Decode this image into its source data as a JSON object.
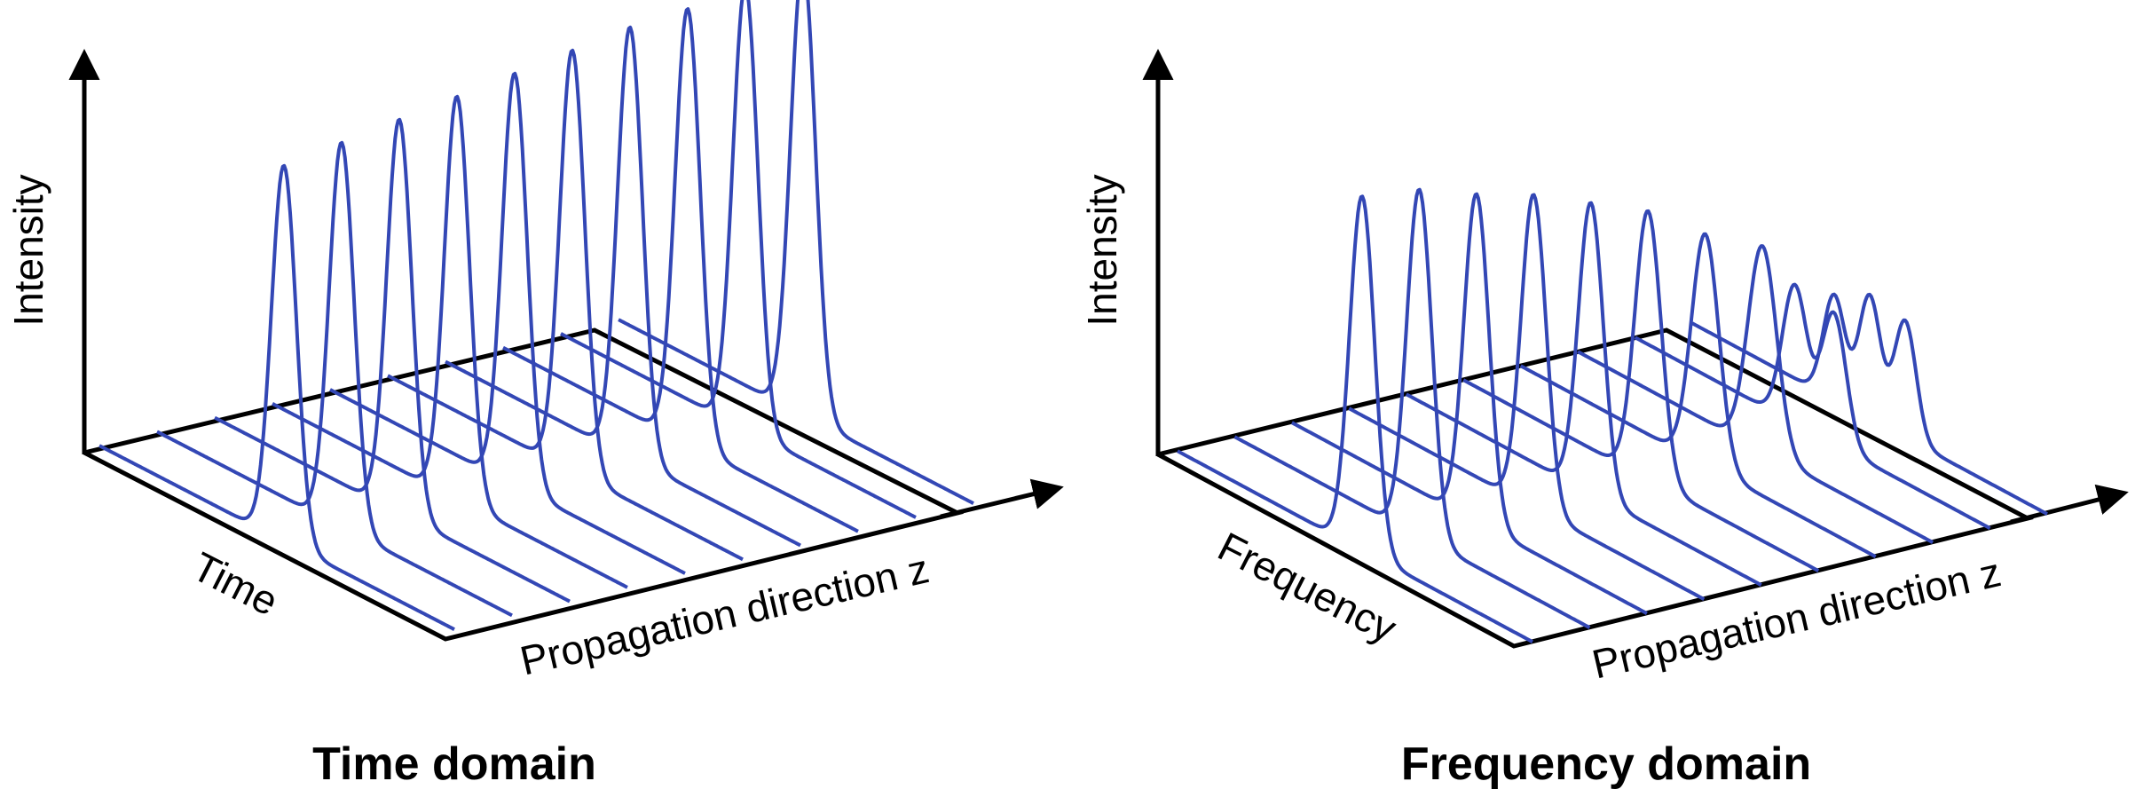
{
  "colors": {
    "curve": "#3347b5",
    "axis": "#000000",
    "background": "#ffffff"
  },
  "panels": [
    {
      "id": "time",
      "title": "Time domain",
      "y_label": "Intensity",
      "depth_label": "Time",
      "z_label": "Propagation direction z",
      "pulses": [
        {
          "shape": "single",
          "relative_peak": 0.83,
          "relative_width": 1.0
        },
        {
          "shape": "single",
          "relative_peak": 0.85,
          "relative_width": 1.0
        },
        {
          "shape": "single",
          "relative_peak": 0.87,
          "relative_width": 1.0
        },
        {
          "shape": "single",
          "relative_peak": 0.89,
          "relative_width": 1.0
        },
        {
          "shape": "single",
          "relative_peak": 0.91,
          "relative_width": 1.0
        },
        {
          "shape": "single",
          "relative_peak": 0.93,
          "relative_width": 1.0
        },
        {
          "shape": "single",
          "relative_peak": 0.95,
          "relative_width": 1.0
        },
        {
          "shape": "single",
          "relative_peak": 0.96,
          "relative_width": 1.0
        },
        {
          "shape": "single",
          "relative_peak": 0.98,
          "relative_width": 1.0
        },
        {
          "shape": "single",
          "relative_peak": 1.0,
          "relative_width": 1.0
        }
      ]
    },
    {
      "id": "frequency",
      "title": "Frequency domain",
      "y_label": "Intensity",
      "depth_label": "Frequency",
      "z_label": "Propagation direction z",
      "pulses": [
        {
          "shape": "single",
          "relative_peak": 0.95,
          "relative_width": 1.0
        },
        {
          "shape": "single",
          "relative_peak": 0.93,
          "relative_width": 1.0
        },
        {
          "shape": "single",
          "relative_peak": 0.88,
          "relative_width": 1.0
        },
        {
          "shape": "single",
          "relative_peak": 0.84,
          "relative_width": 1.0
        },
        {
          "shape": "single",
          "relative_peak": 0.78,
          "relative_width": 1.0
        },
        {
          "shape": "single",
          "relative_peak": 0.72,
          "relative_width": 1.05
        },
        {
          "shape": "single",
          "relative_peak": 0.62,
          "relative_width": 1.1
        },
        {
          "shape": "single",
          "relative_peak": 0.55,
          "relative_width": 1.15
        },
        {
          "shape": "double",
          "relative_peak": 0.37,
          "relative_width": 1.8
        },
        {
          "shape": "triple",
          "relative_peak": 0.33,
          "relative_width": 2.5
        }
      ]
    }
  ]
}
